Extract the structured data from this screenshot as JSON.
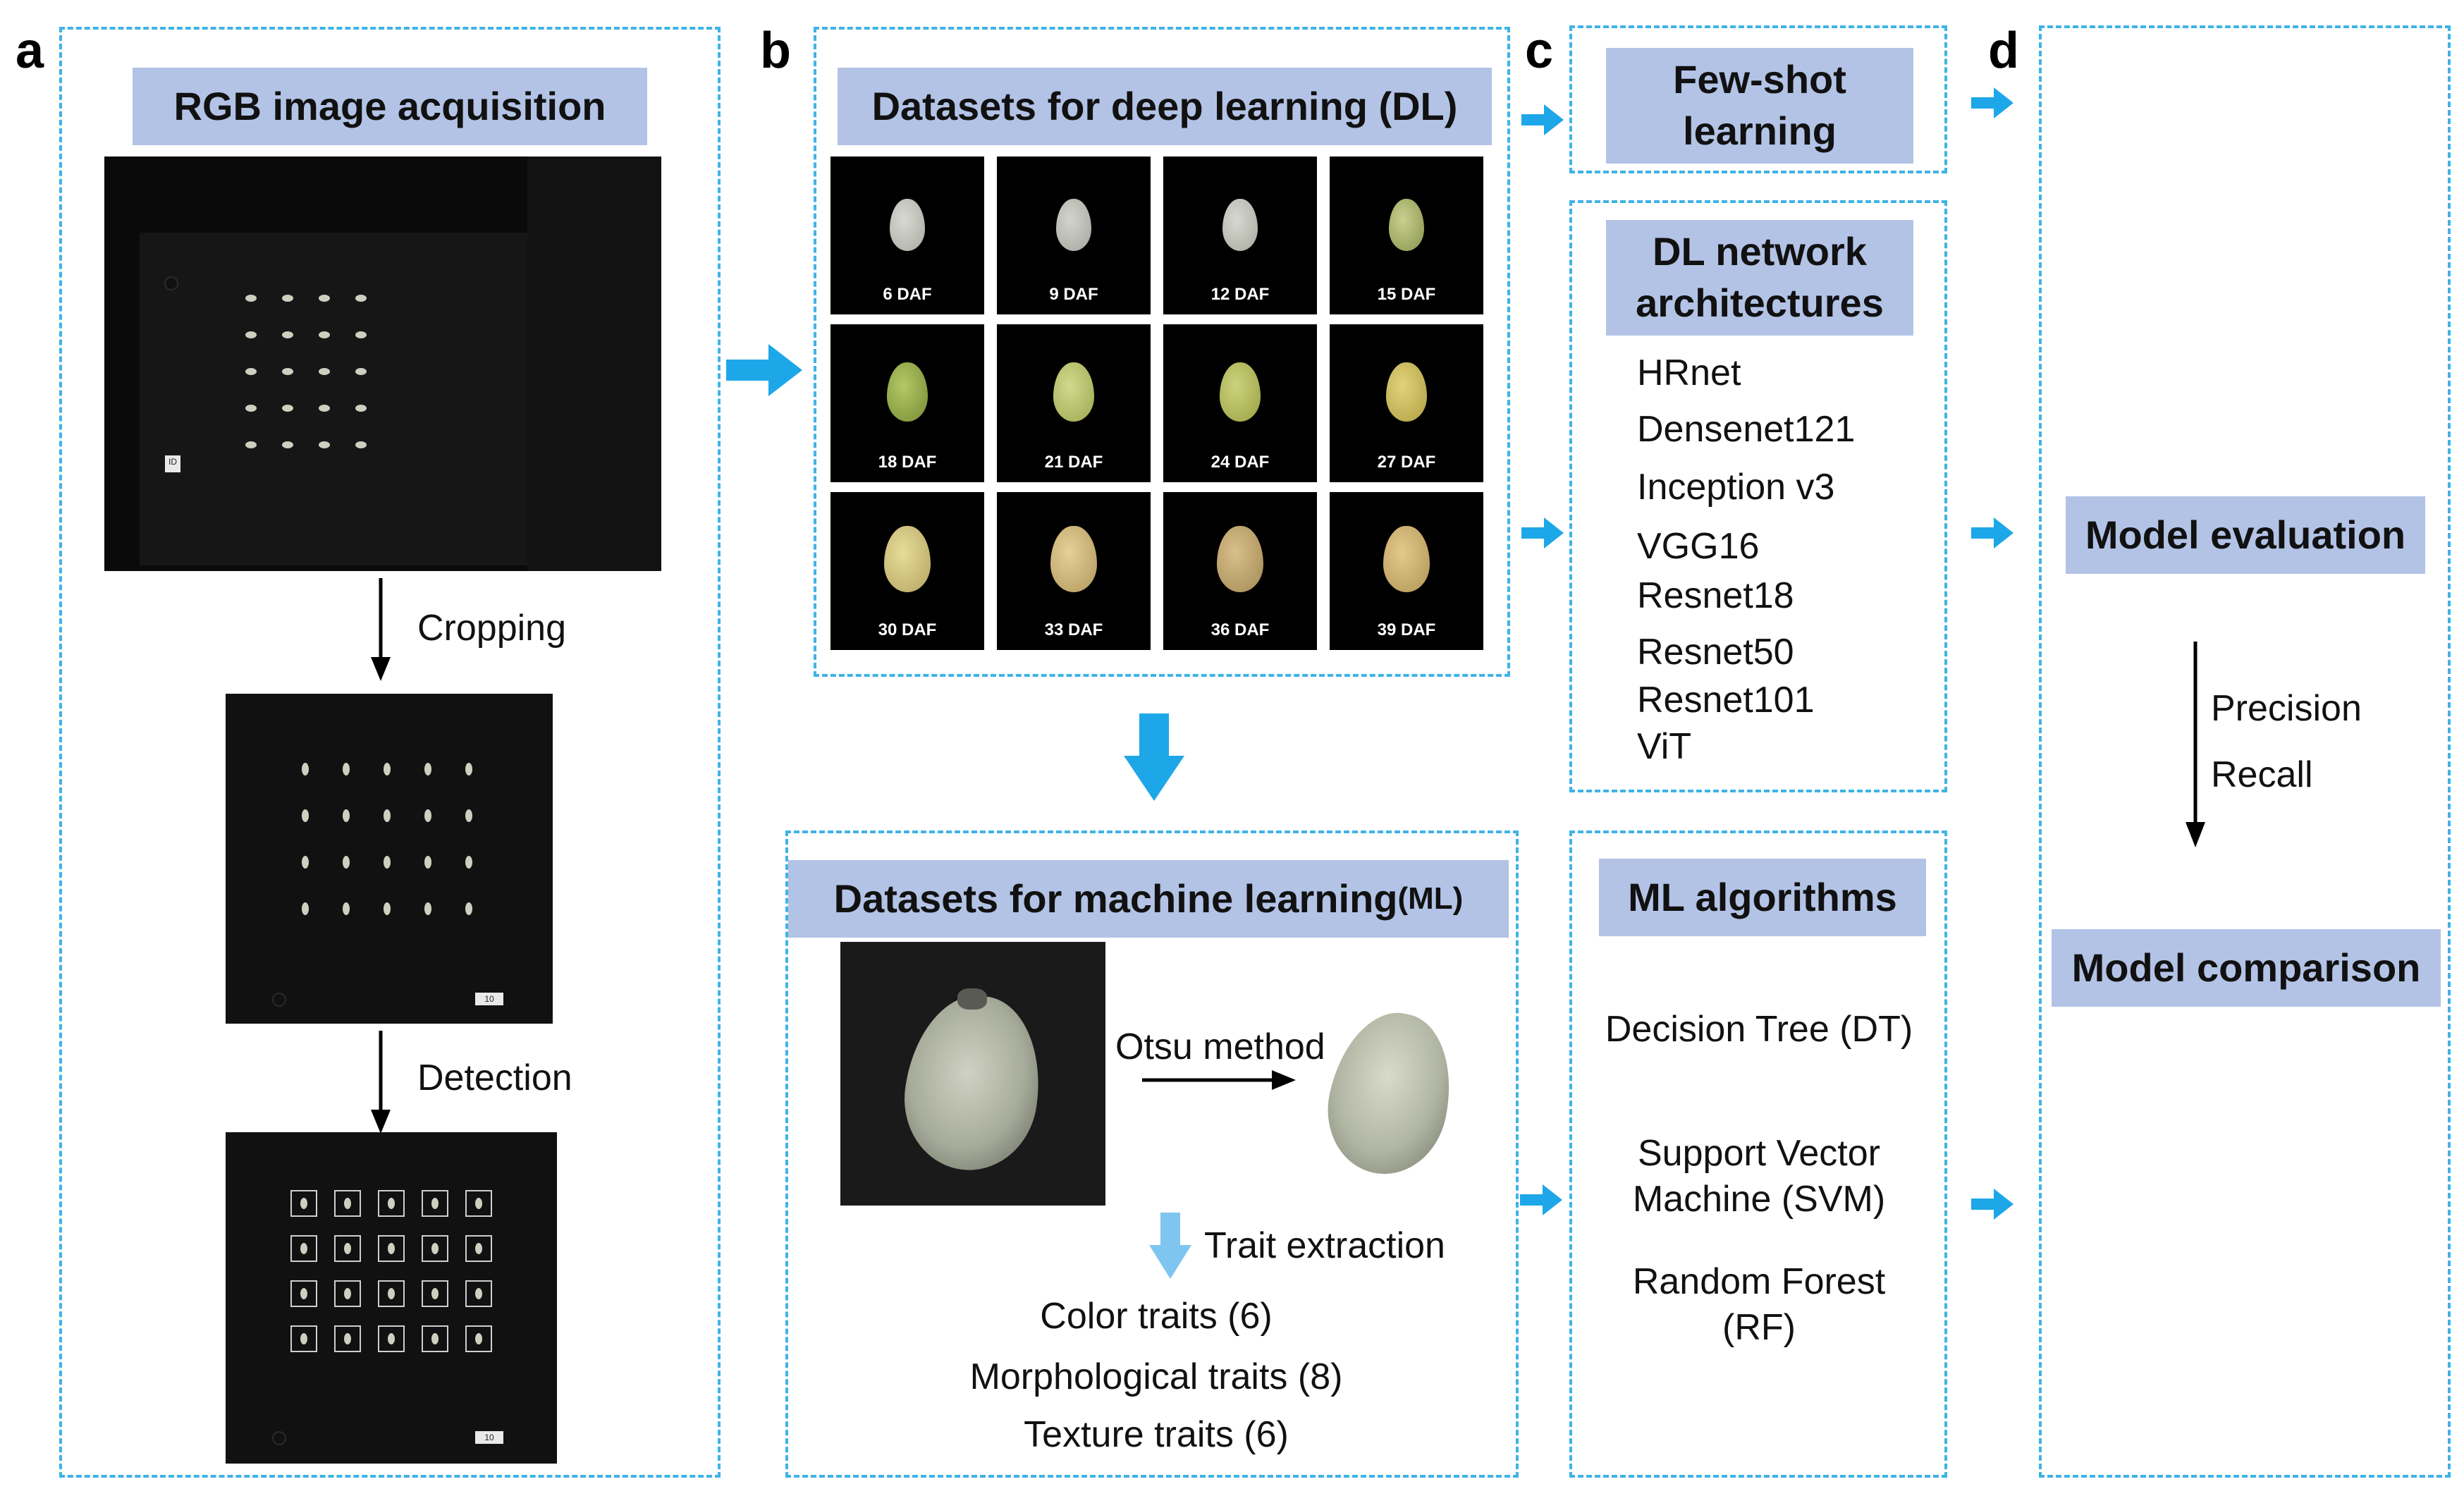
{
  "panels": {
    "a": {
      "letter": "a",
      "header": "RGB image acquisition",
      "step1": "Cropping",
      "step2": "Detection"
    },
    "b": {
      "letter": "b",
      "dl_header": "Datasets for deep learning (DL)",
      "daf_labels": [
        "6 DAF",
        "9 DAF",
        "12 DAF",
        "15 DAF",
        "18 DAF",
        "21 DAF",
        "24 DAF",
        "27 DAF",
        "30 DAF",
        "33 DAF",
        "36 DAF",
        "39 DAF"
      ],
      "ml_header_main": "Datasets for machine learning",
      "ml_header_suffix": " (ML)",
      "otsu_label": "Otsu method",
      "trait_extraction": "Trait extraction",
      "traits": [
        "Color traits (6)",
        "Morphological traits (8)",
        "Texture traits (6)"
      ]
    },
    "c": {
      "letter": "c",
      "fewshot_header": "Few-shot learning",
      "dl_net_header": "DL network architectures",
      "networks": [
        "HRnet",
        "Densenet121",
        "Inception v3",
        "VGG16",
        "Resnet18",
        "Resnet50",
        "Resnet101",
        "ViT"
      ],
      "ml_alg_header": "ML algorithms",
      "algorithms": [
        "Decision Tree (DT)",
        "Support Vector Machine (SVM)",
        "Random Forest (RF)"
      ]
    },
    "d": {
      "letter": "d",
      "eval_header": "Model evaluation",
      "metrics": [
        "Precision",
        "Recall"
      ],
      "compare_header": "Model comparison"
    }
  },
  "colors": {
    "dashed_border": "#3fb3e6",
    "header_fill": "#b3c3e6",
    "flow_arrow": "#1ea7e8",
    "trait_arrow": "#7ec6ef"
  }
}
